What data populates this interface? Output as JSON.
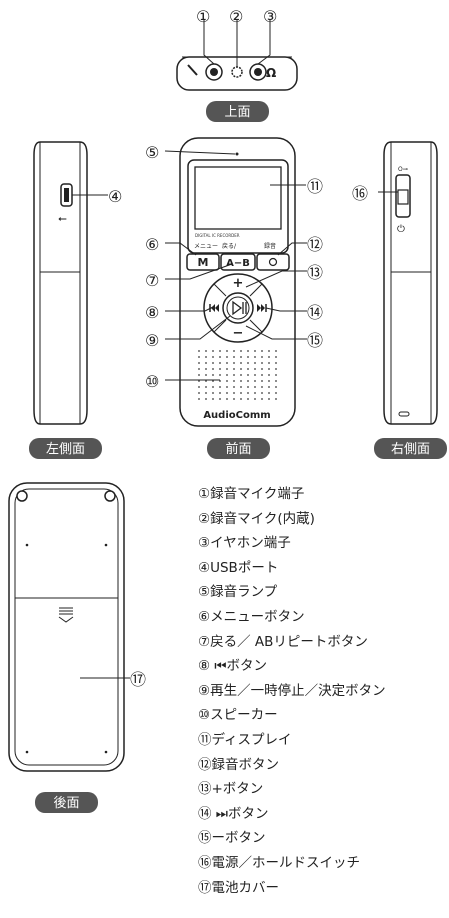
{
  "labels": {
    "top": "上面",
    "left_side": "左側面",
    "front": "前面",
    "right_side": "右側面",
    "back": "後面"
  },
  "callouts": [
    "①",
    "②",
    "③",
    "④",
    "⑤",
    "⑥",
    "⑦",
    "⑧",
    "⑨",
    "⑩",
    "⑪",
    "⑫",
    "⑬",
    "⑭",
    "⑮",
    "⑯",
    "⑰"
  ],
  "device": {
    "small_text": "DIGITAL IC RECORDER",
    "menu_label": "メニュー",
    "back_label": "戻る/",
    "rec_label": "録音",
    "btn_m": "M",
    "btn_ab": "A−B",
    "plus": "+",
    "minus": "−",
    "brand": "AudioComm",
    "usb_symbol": "⭠",
    "key_symbol": "O⊸",
    "power_symbol": "⏻"
  },
  "legend": [
    "①録音マイク端子",
    "②録音マイク(内蔵)",
    "③イヤホン端子",
    "④USBポート",
    "⑤録音ランプ",
    "⑥メニューボタン",
    "⑦戻る／ ABリピートボタン",
    "⑧ ⏮ボタン",
    "⑨再生／一時停止／決定ボタン",
    "⑩スピーカー",
    "⑪ディスプレイ",
    "⑫録音ボタン",
    "⑬+ボタン",
    "⑭ ⏭ボタン",
    "⑮ーボタン",
    "⑯電源／ホールドスイッチ",
    "⑰電池カバー"
  ]
}
